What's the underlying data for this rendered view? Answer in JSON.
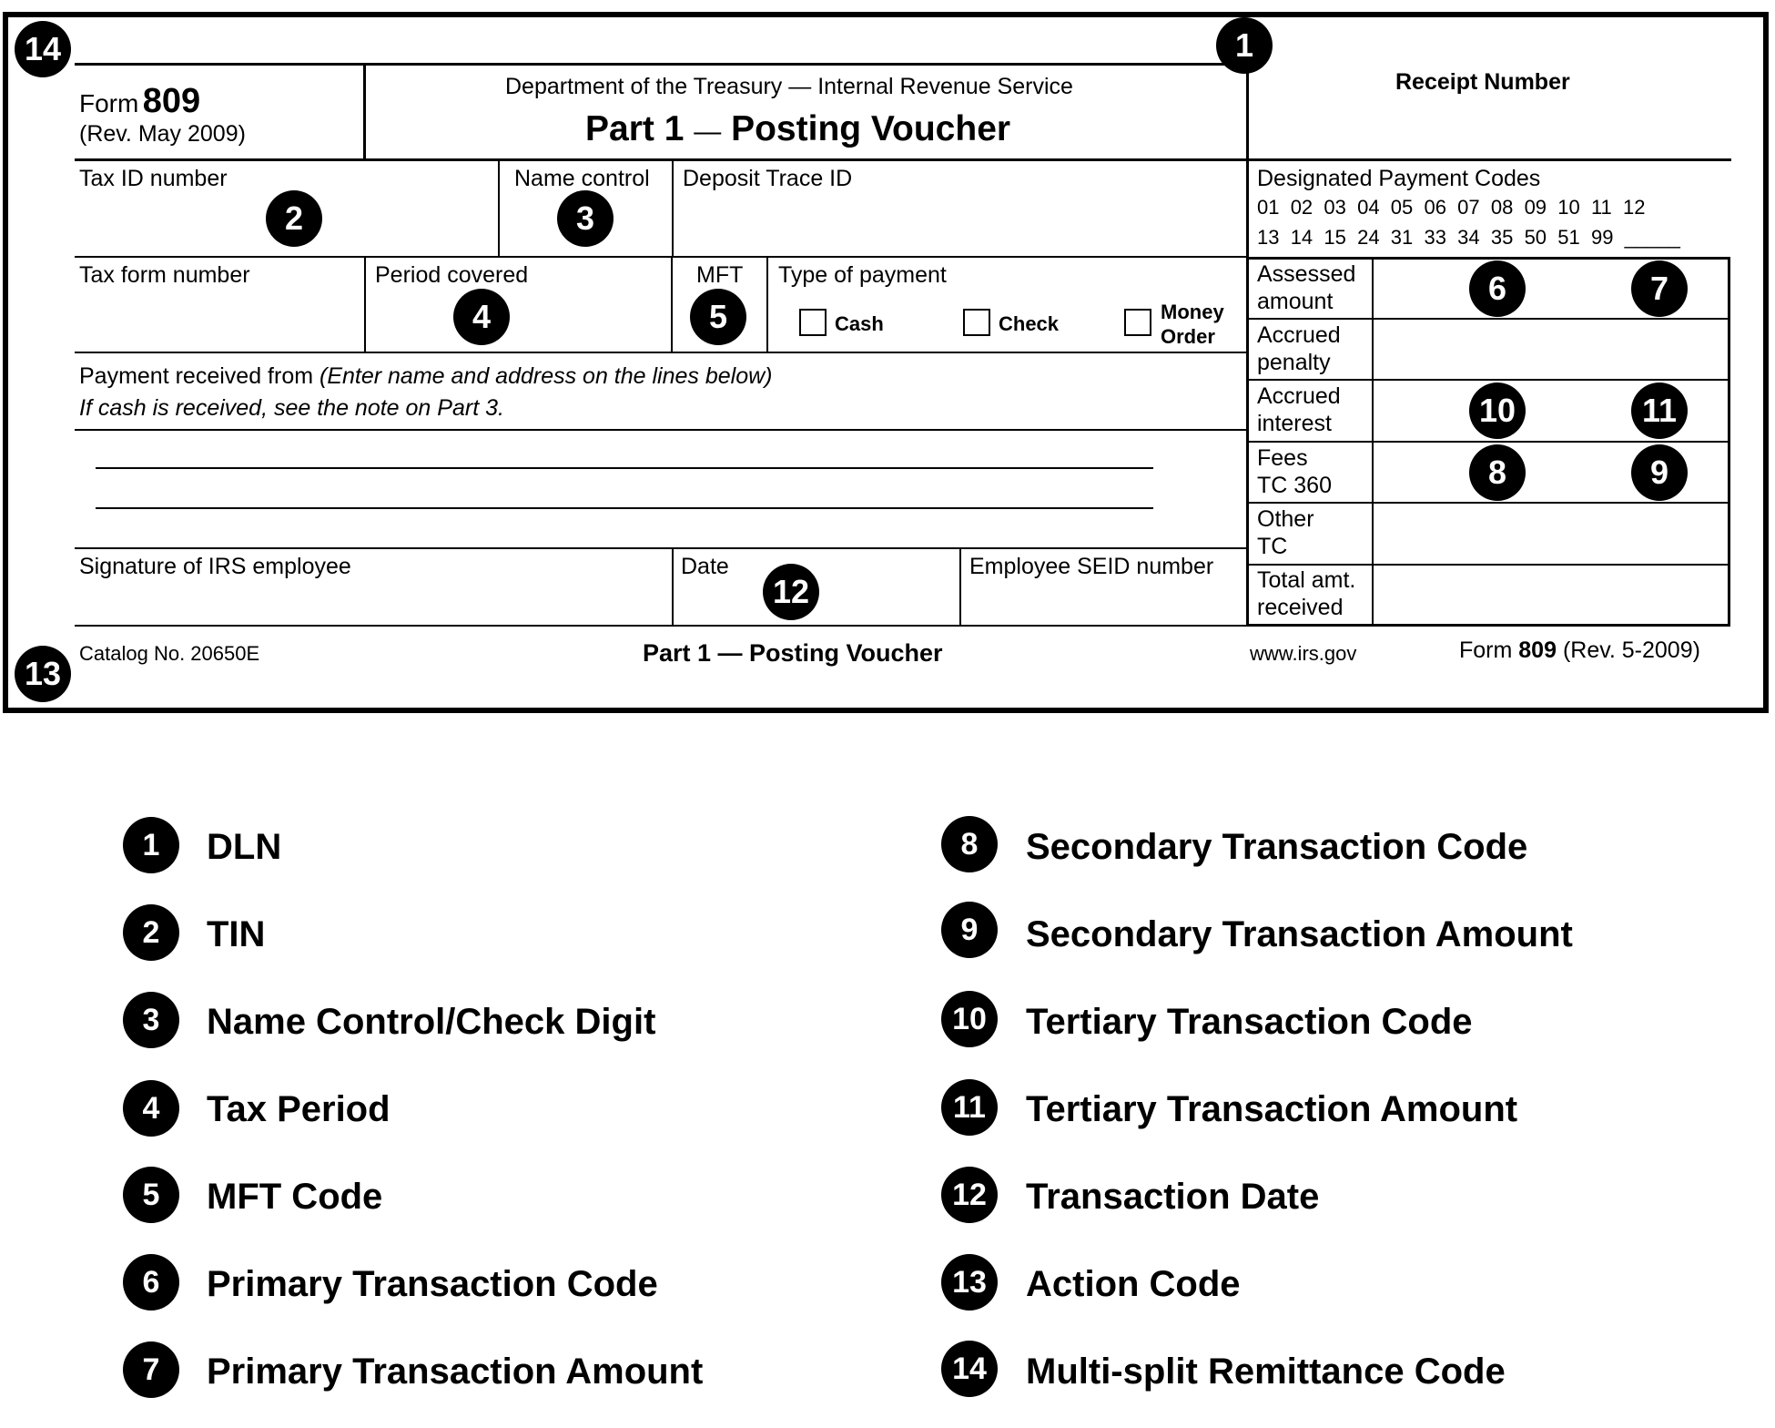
{
  "form": {
    "form_word": "Form",
    "form_number": "809",
    "revision": "(Rev. May 2009)",
    "department": "Department of the Treasury — Internal Revenue Service",
    "title_part": "Part 1",
    "title_dash": "—",
    "title_name": "Posting Voucher",
    "receipt_number": "Receipt Number",
    "tax_id_number": "Tax ID number",
    "name_control": "Name control",
    "deposit_trace_id": "Deposit Trace ID",
    "designated_payment_codes": "Designated Payment Codes",
    "payment_codes_row1": "01  02  03  04  05  06  07  08  09  10  11  12",
    "payment_codes_row2": "13  14  15  24  31  33  34  35  50  51  99  _____",
    "tax_form_number": "Tax form number",
    "period_covered": "Period covered",
    "mft": "MFT",
    "type_of_payment": "Type of payment",
    "cash": "Cash",
    "check": "Check",
    "money_order_1": "Money",
    "money_order_2": "Order",
    "payment_received_from": "Payment received from",
    "payment_received_note": "(Enter name and address on the lines below)",
    "cash_note": "If cash is received, see the note on Part 3.",
    "signature": "Signature of IRS employee",
    "date": "Date",
    "seid": "Employee SEID number",
    "right_rows": [
      {
        "line1": "Assessed",
        "line2": "amount"
      },
      {
        "line1": "Accrued",
        "line2": "penalty"
      },
      {
        "line1": "Accrued",
        "line2": "interest"
      },
      {
        "line1": "Fees",
        "line2": "TC 360"
      },
      {
        "line1": "Other",
        "line2": "TC"
      },
      {
        "line1": "Total amt.",
        "line2": "received"
      }
    ],
    "catalog": "Catalog No. 20650E",
    "footer_title": "Part 1 — Posting Voucher",
    "website": "www.irs.gov",
    "footer_form_word": "Form",
    "footer_form_number": "809",
    "footer_rev": "(Rev. 5-2009)"
  },
  "badges": [
    "1",
    "2",
    "3",
    "4",
    "5",
    "6",
    "7",
    "8",
    "9",
    "10",
    "11",
    "12",
    "13",
    "14"
  ],
  "legend": [
    {
      "num": "1",
      "label": "DLN"
    },
    {
      "num": "2",
      "label": "TIN"
    },
    {
      "num": "3",
      "label": "Name Control/Check Digit"
    },
    {
      "num": "4",
      "label": "Tax Period"
    },
    {
      "num": "5",
      "label": "MFT Code"
    },
    {
      "num": "6",
      "label": "Primary Transaction Code"
    },
    {
      "num": "7",
      "label": "Primary Transaction Amount"
    },
    {
      "num": "8",
      "label": "Secondary Transaction Code"
    },
    {
      "num": "9",
      "label": "Secondary Transaction Amount"
    },
    {
      "num": "10",
      "label": "Tertiary Transaction Code"
    },
    {
      "num": "11",
      "label": "Tertiary Transaction Amount"
    },
    {
      "num": "12",
      "label": "Transaction Date"
    },
    {
      "num": "13",
      "label": "Action Code"
    },
    {
      "num": "14",
      "label": "Multi-split Remittance Code"
    }
  ]
}
